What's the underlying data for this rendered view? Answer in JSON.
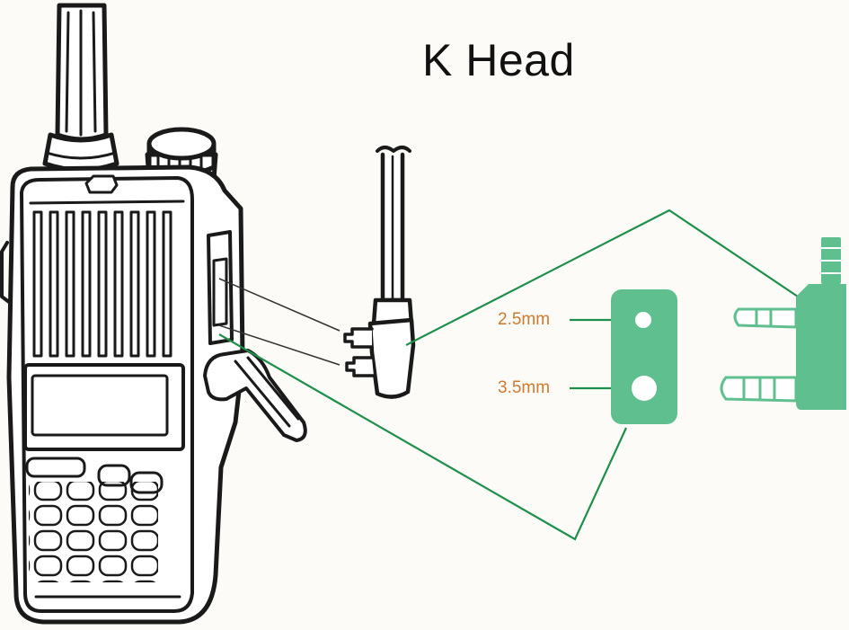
{
  "title": "K Head",
  "labels": {
    "small_hole": "2.5mm",
    "large_hole": "3.5mm"
  },
  "colors": {
    "accent_green": "#5fbf8f",
    "leader_green": "#1e8f4a",
    "label_orange": "#d2782d",
    "line_art": "#1a1a1a"
  },
  "icons": {
    "radio": "walkie-talkie-icon",
    "plug": "k-type-plug-icon",
    "socket": "two-pin-socket-icon"
  }
}
